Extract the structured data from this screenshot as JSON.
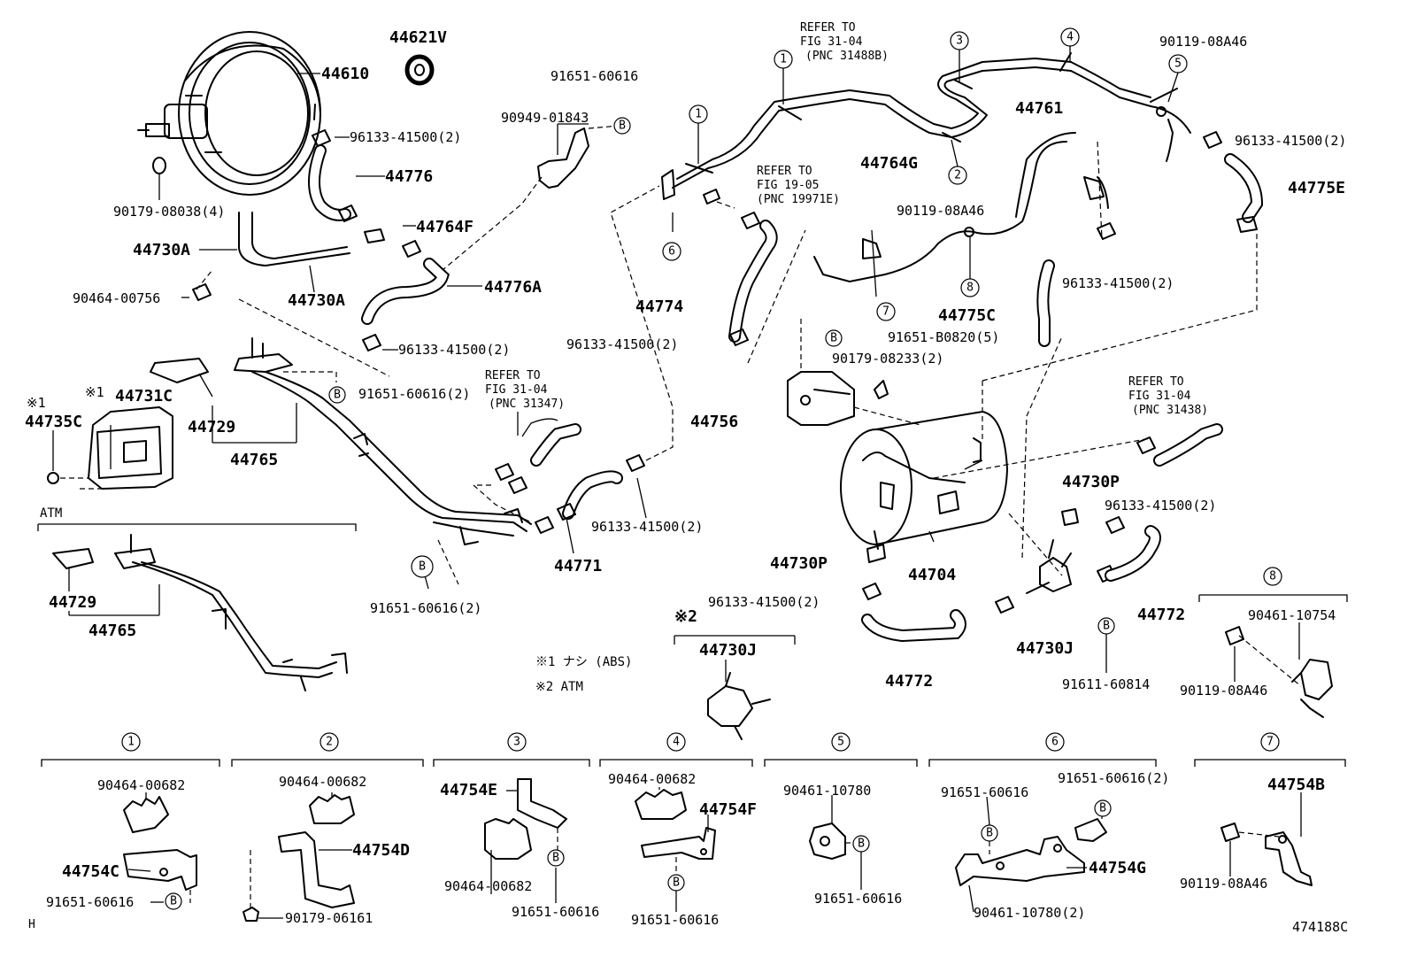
{
  "drawing_id": "474188C",
  "corner_mark": "H",
  "footnotes": {
    "n1": "※1 ナシ (ABS)",
    "n2": "※2 ATM"
  },
  "marks": {
    "star1": "※1",
    "star2": "※2",
    "atm": "ATM",
    "b": "B"
  },
  "refs": {
    "r1": [
      "REFER TO",
      "FIG 31-04",
      "(PNC 31488B)"
    ],
    "r2": [
      "REFER TO",
      "FIG 19-05",
      "(PNC 19971E)"
    ],
    "r3": [
      "REFER TO",
      "FIG 31-04",
      "(PNC 31347)"
    ],
    "r4": [
      "REFER TO",
      "FIG 31-04",
      "(PNC 31438)"
    ]
  },
  "labels": {
    "p44621V": "44621V",
    "p44610": "44610",
    "p96133_a": "96133-41500(2)",
    "p90179_08038": "90179-08038(4)",
    "p44776": "44776",
    "p44764F": "44764F",
    "p44730A_1": "44730A",
    "p44730A_2": "44730A",
    "p90464_00756": "90464-00756",
    "p44776A": "44776A",
    "p96133_b": "96133-41500(2)",
    "p91651_60616_a": "91651-60616",
    "p90949_01843": "90949-01843",
    "p91651_60616_b": "91651-60616(2)",
    "p44731C": "44731C",
    "p44735C": "44735C",
    "p44729_1": "44729",
    "p44765_1": "44765",
    "p44729_2": "44729",
    "p44765_2": "44765",
    "p44771": "44771",
    "p96133_c": "96133-41500(2)",
    "p91651_60616_c": "91651-60616(2)",
    "p44774": "44774",
    "p96133_d": "96133-41500(2)",
    "p44764G": "44764G",
    "p44761": "44761",
    "p90119_08A46_a": "90119-08A46",
    "p90119_08A46_b": "90119-08A46",
    "p96133_e": "96133-41500(2)",
    "p44775E": "44775E",
    "p96133_f": "96133-41500(2)",
    "p44775C": "44775C",
    "p91651_B0820": "91651-B0820(5)",
    "p90179_08233": "90179-08233(2)",
    "p44756": "44756",
    "p44704": "44704",
    "p44730P_1": "44730P",
    "p44730P_2": "44730P",
    "p96133_g": "96133-41500(2)",
    "p96133_h": "96133-41500(2)",
    "p44772_1": "44772",
    "p44772_2": "44772",
    "p44730J_1": "44730J",
    "p44730J_2": "44730J",
    "p91611_60814": "91611-60814",
    "p90461_10754": "90461-10754",
    "p90119_08A46_c": "90119-08A46"
  },
  "callouts": [
    "1",
    "2",
    "3",
    "4",
    "5",
    "6",
    "7",
    "8"
  ],
  "detail_boxes": {
    "d1": {
      "num": "1",
      "a": "90464-00682",
      "b": "44754C",
      "c": "91651-60616"
    },
    "d2": {
      "num": "2",
      "a": "90464-00682",
      "b": "44754D",
      "c": "90179-06161"
    },
    "d3": {
      "num": "3",
      "a": "44754E",
      "b": "90464-00682",
      "c": "91651-60616"
    },
    "d4": {
      "num": "4",
      "a": "90464-00682",
      "b": "44754F",
      "c": "91651-60616"
    },
    "d5": {
      "num": "5",
      "a": "90461-10780",
      "b": "91651-60616"
    },
    "d6": {
      "num": "6",
      "a": "91651-60616",
      "b": "91651-60616(2)",
      "c": "44754G",
      "d": "90461-10780(2)"
    },
    "d7": {
      "num": "7",
      "a": "44754B",
      "b": "90119-08A46"
    }
  }
}
